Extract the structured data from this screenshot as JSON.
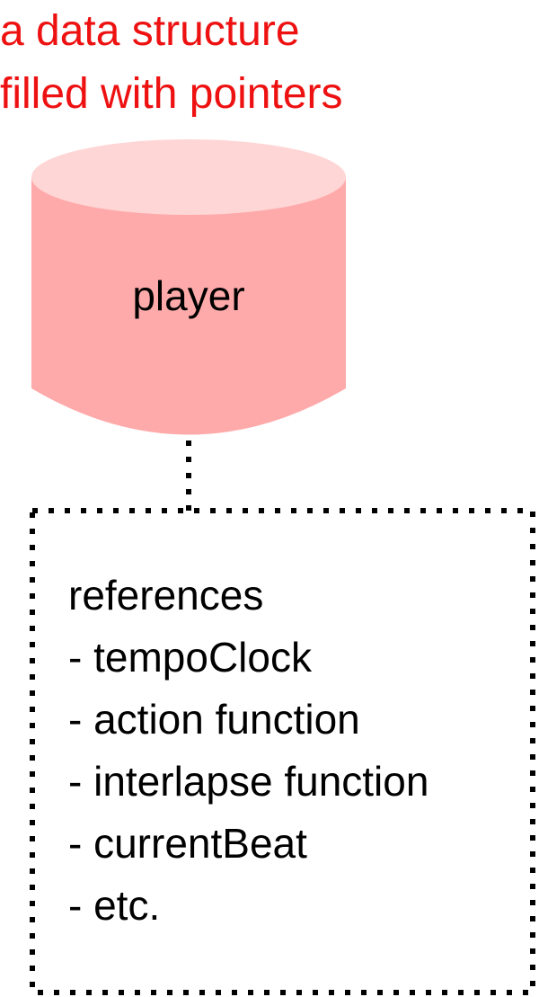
{
  "caption": {
    "lines": [
      "a data structure",
      "filled with pointers"
    ]
  },
  "database": {
    "label": "player"
  },
  "references": {
    "heading": "references",
    "items": [
      "- tempoClock",
      "- action function",
      "- interlapse function",
      "- currentBeat",
      "- etc."
    ]
  },
  "colors": {
    "caption": "#ee1111",
    "db_body": "#ffaaaa",
    "db_top": "#ffd6d6",
    "text": "#000000",
    "dotted_line": "#000000"
  }
}
